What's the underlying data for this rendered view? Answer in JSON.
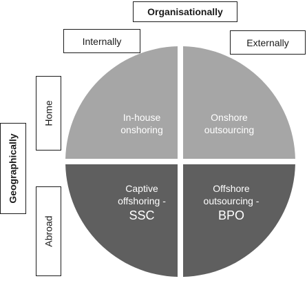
{
  "headers": {
    "organisationally": "Organisationally",
    "internally": "Internally",
    "externally": "Externally",
    "geographically": "Geographically",
    "home": "Home",
    "abroad": "Abroad"
  },
  "quadrants": {
    "top_left": {
      "line1": "In-house",
      "line2": "onshoring"
    },
    "top_right": {
      "line1": "Onshore",
      "line2": "outsourcing"
    },
    "bottom_left": {
      "line1": "Captive",
      "line2": "offshoring -",
      "line3": "SSC"
    },
    "bottom_right": {
      "line1": "Offshore",
      "line2": "outsourcing -",
      "line3": "BPO"
    }
  },
  "colors": {
    "top_fill": "#a6a6a6",
    "bottom_fill": "#5f5f5f",
    "border": "#1a1a1a"
  }
}
